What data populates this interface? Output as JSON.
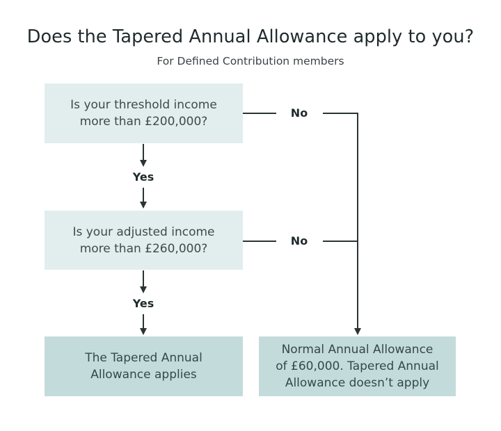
{
  "header": {
    "title": "Does the Tapered Annual Allowance apply to you?",
    "subtitle": "For Defined Contribution members"
  },
  "flowchart": {
    "nodes": [
      {
        "id": "q1",
        "type": "question",
        "text": "Is your threshold income more than £200,000?",
        "lines": [
          "Is your threshold income",
          "more than £200,000?"
        ]
      },
      {
        "id": "q2",
        "type": "question",
        "text": "Is your adjusted income more than £260,000?",
        "lines": [
          "Is your adjusted income",
          "more than £260,000?"
        ]
      },
      {
        "id": "r1",
        "type": "result",
        "text": "The Tapered Annual Allowance applies",
        "lines": [
          "The Tapered Annual",
          "Allowance applies"
        ]
      },
      {
        "id": "r2",
        "type": "result",
        "text": "Normal Annual Allowance of £60,000. Tapered Annual Allowance doesn't apply",
        "lines": [
          "Normal Annual Allowance",
          "of £60,000. Tapered Annual",
          "Allowance doesn’t apply"
        ]
      }
    ],
    "edges": [
      {
        "from": "q1",
        "to": "q2",
        "label": "Yes"
      },
      {
        "from": "q1",
        "to": "r2",
        "label": "No"
      },
      {
        "from": "q2",
        "to": "r1",
        "label": "Yes"
      },
      {
        "from": "q2",
        "to": "r2",
        "label": "No"
      }
    ]
  },
  "colors": {
    "question_fill": "#e2eded",
    "result_fill": "#c4dbdc",
    "line": "#2c3335"
  }
}
